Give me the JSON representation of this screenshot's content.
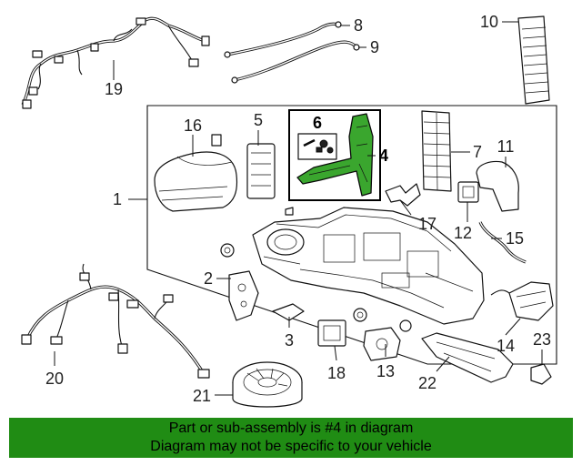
{
  "diagram": {
    "highlight_color": "#3aa62e",
    "banner_color": "#208c14",
    "callouts": {
      "c1": "1",
      "c2": "2",
      "c3": "3",
      "c4": "4",
      "c5": "5",
      "c6": "6",
      "c7": "7",
      "c8": "8",
      "c9": "9",
      "c10": "10",
      "c11": "11",
      "c12": "12",
      "c13": "13",
      "c14": "14",
      "c15": "15",
      "c16": "16",
      "c17": "17",
      "c18": "18",
      "c19": "19",
      "c20": "20",
      "c21": "21",
      "c22": "22",
      "c23": "23"
    },
    "highlighted_part": "4"
  },
  "banner": {
    "line1": "Part or sub-assembly is #4 in diagram",
    "line2": "Diagram may not be specific to your vehicle"
  }
}
